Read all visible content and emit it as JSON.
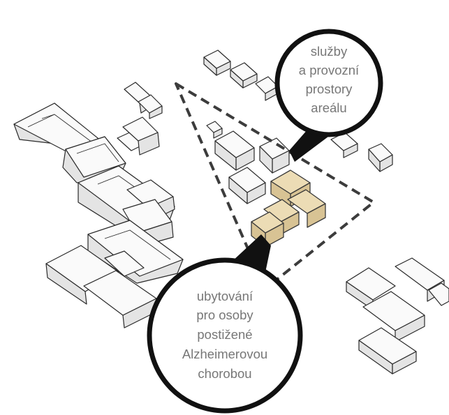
{
  "callouts": {
    "services": {
      "lines": [
        "služby",
        "a provozní",
        "prostory",
        "areálu"
      ]
    },
    "housing": {
      "lines": [
        "ubytování",
        "pro osoby",
        "postižené",
        "Alzheimerovou",
        "chorobou"
      ]
    }
  },
  "colors": {
    "highlight": "#ecdcb5",
    "building": "#f2f2f2",
    "outline": "#2b2b2b",
    "label": "#777777"
  }
}
